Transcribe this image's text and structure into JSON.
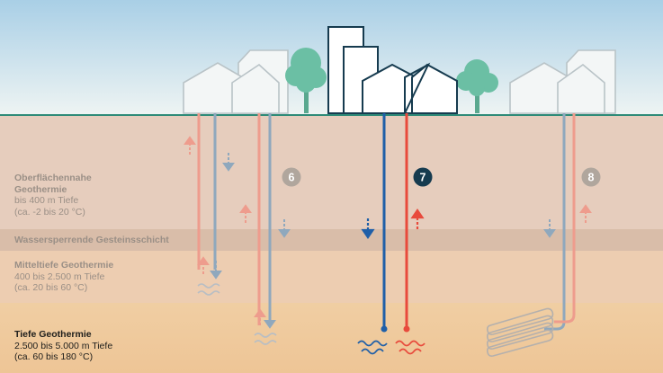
{
  "layers": {
    "near_surface": {
      "title_line1": "Oberflächennahe",
      "title_line2": "Geothermie",
      "depth": "bis 400 m Tiefe",
      "temp": "(ca. -2 bis 20 °C)"
    },
    "barrier": {
      "title": "Wassersperrende Gesteinsschicht"
    },
    "medium": {
      "title": "Mitteltiefe Geothermie",
      "depth": "400 bis 2.500 m Tiefe",
      "temp": "(ca. 20 bis 60 °C)"
    },
    "deep": {
      "title": "Tiefe Geothermie",
      "depth": "2.500 bis 5.000 m Tiefe",
      "temp": "(ca. 60 bis 180 °C)"
    }
  },
  "markers": {
    "six": "6",
    "seven": "7",
    "eight": "8"
  },
  "colors": {
    "sky_top": "#a9cfe6",
    "sky_bottom": "#eef4f3",
    "ground_line": "#2e8b78",
    "layer_near": "#e6cdbd",
    "layer_barrier": "#d8bca8",
    "layer_medium": "#eecfb2",
    "layer_deep": "#f0cd9f",
    "building_dark": "#163b4f",
    "building_faded": "#b9c3c7",
    "tree": "#6bbfa4",
    "cold_pipe": "#1f5fa8",
    "hot_pipe": "#e84a3c",
    "faded_cold": "#8fa8bd",
    "faded_hot": "#ee9c8d",
    "badge_dark": "#163b4f",
    "badge_faded": "#b0a69d"
  },
  "icons": [
    "house-icon",
    "tree-icon",
    "down-arrow-icon",
    "up-arrow-icon",
    "wave-icon",
    "heat-exchanger-coil-icon"
  ]
}
